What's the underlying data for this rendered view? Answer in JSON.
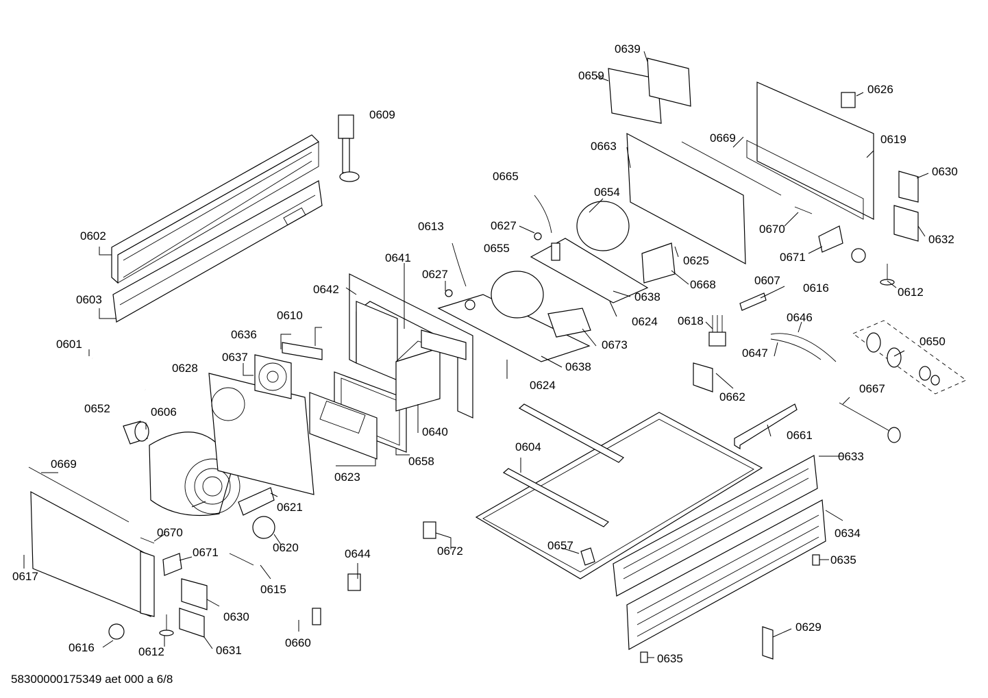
{
  "footer": "58300000175349 aet 000 a 6/8",
  "labels": [
    "0601",
    "0602",
    "0603",
    "0604",
    "0606",
    "0607",
    "0609",
    "0610",
    "0612",
    "0612",
    "0613",
    "0615",
    "0616",
    "0616",
    "0617",
    "0618",
    "0619",
    "0620",
    "0621",
    "0623",
    "0624",
    "0624",
    "0625",
    "0626",
    "0627",
    "0627",
    "0628",
    "0629",
    "0630",
    "0630",
    "0631",
    "0632",
    "0633",
    "0634",
    "0635",
    "0635",
    "0636",
    "0637",
    "0638",
    "0638",
    "0639",
    "0640",
    "0641",
    "0642",
    "0644",
    "0646",
    "0647",
    "0650",
    "0652",
    "0654",
    "0655",
    "0657",
    "0658",
    "0659",
    "0660",
    "0661",
    "0662",
    "0663",
    "0665",
    "0667",
    "0668",
    "0669",
    "0669",
    "0670",
    "0670",
    "0671",
    "0671",
    "0672",
    "0673"
  ]
}
